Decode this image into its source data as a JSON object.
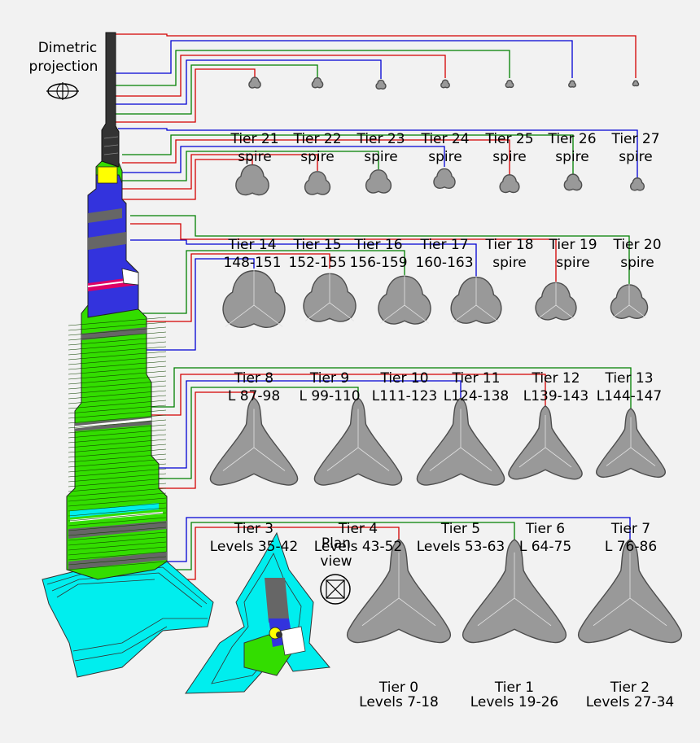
{
  "header": {
    "projection_lines": [
      "Dimetric",
      "projection"
    ],
    "plan_lines": [
      "Plan",
      "view"
    ]
  },
  "tiers": [
    {
      "name": "Tier 0",
      "range": "Levels 7-18"
    },
    {
      "name": "Tier 1",
      "range": "Levels 19-26"
    },
    {
      "name": "Tier 2",
      "range": "Levels 27-34"
    },
    {
      "name": "Tier 3",
      "range": "Levels 35-42"
    },
    {
      "name": "Tier 4",
      "range": "Levels 43-52"
    },
    {
      "name": "Tier 5",
      "range": "Levels 53-63"
    },
    {
      "name": "Tier 6",
      "range": "L 64-75"
    },
    {
      "name": "Tier 7",
      "range": "L 76-86"
    },
    {
      "name": "Tier 8",
      "range": "L 87-98"
    },
    {
      "name": "Tier 9",
      "range": "L 99-110"
    },
    {
      "name": "Tier 10",
      "range": "L111-123"
    },
    {
      "name": "Tier 11",
      "range": "L124-138"
    },
    {
      "name": "Tier 12",
      "range": "L139-143"
    },
    {
      "name": "Tier 13",
      "range": "L144-147"
    },
    {
      "name": "Tier 14",
      "range": "148-151"
    },
    {
      "name": "Tier 15",
      "range": "152-155"
    },
    {
      "name": "Tier 16",
      "range": "156-159"
    },
    {
      "name": "Tier 17",
      "range": "160-163"
    },
    {
      "name": "Tier 18",
      "range": "spire"
    },
    {
      "name": "Tier 19",
      "range": "spire"
    },
    {
      "name": "Tier 20",
      "range": "spire"
    },
    {
      "name": "Tier 21",
      "range": "spire"
    },
    {
      "name": "Tier 22",
      "range": "spire"
    },
    {
      "name": "Tier 23",
      "range": "spire"
    },
    {
      "name": "Tier 24",
      "range": "spire"
    },
    {
      "name": "Tier 25",
      "range": "spire"
    },
    {
      "name": "Tier 26",
      "range": "spire"
    },
    {
      "name": "Tier 27",
      "range": "spire"
    }
  ],
  "colors": {
    "background": "#f2f2f2",
    "plan_fill": "#999999",
    "plan_stroke": "#4d4d4d",
    "leader_red": "#d40000",
    "leader_green": "#008000",
    "leader_blue": "#0000d4",
    "tower_green": "#33dd00",
    "tower_cyan": "#00eeee",
    "tower_blue": "#3333dd",
    "tower_gray": "#666666",
    "tower_yellow": "#ffff00",
    "tower_magenta": "#dd0066"
  }
}
